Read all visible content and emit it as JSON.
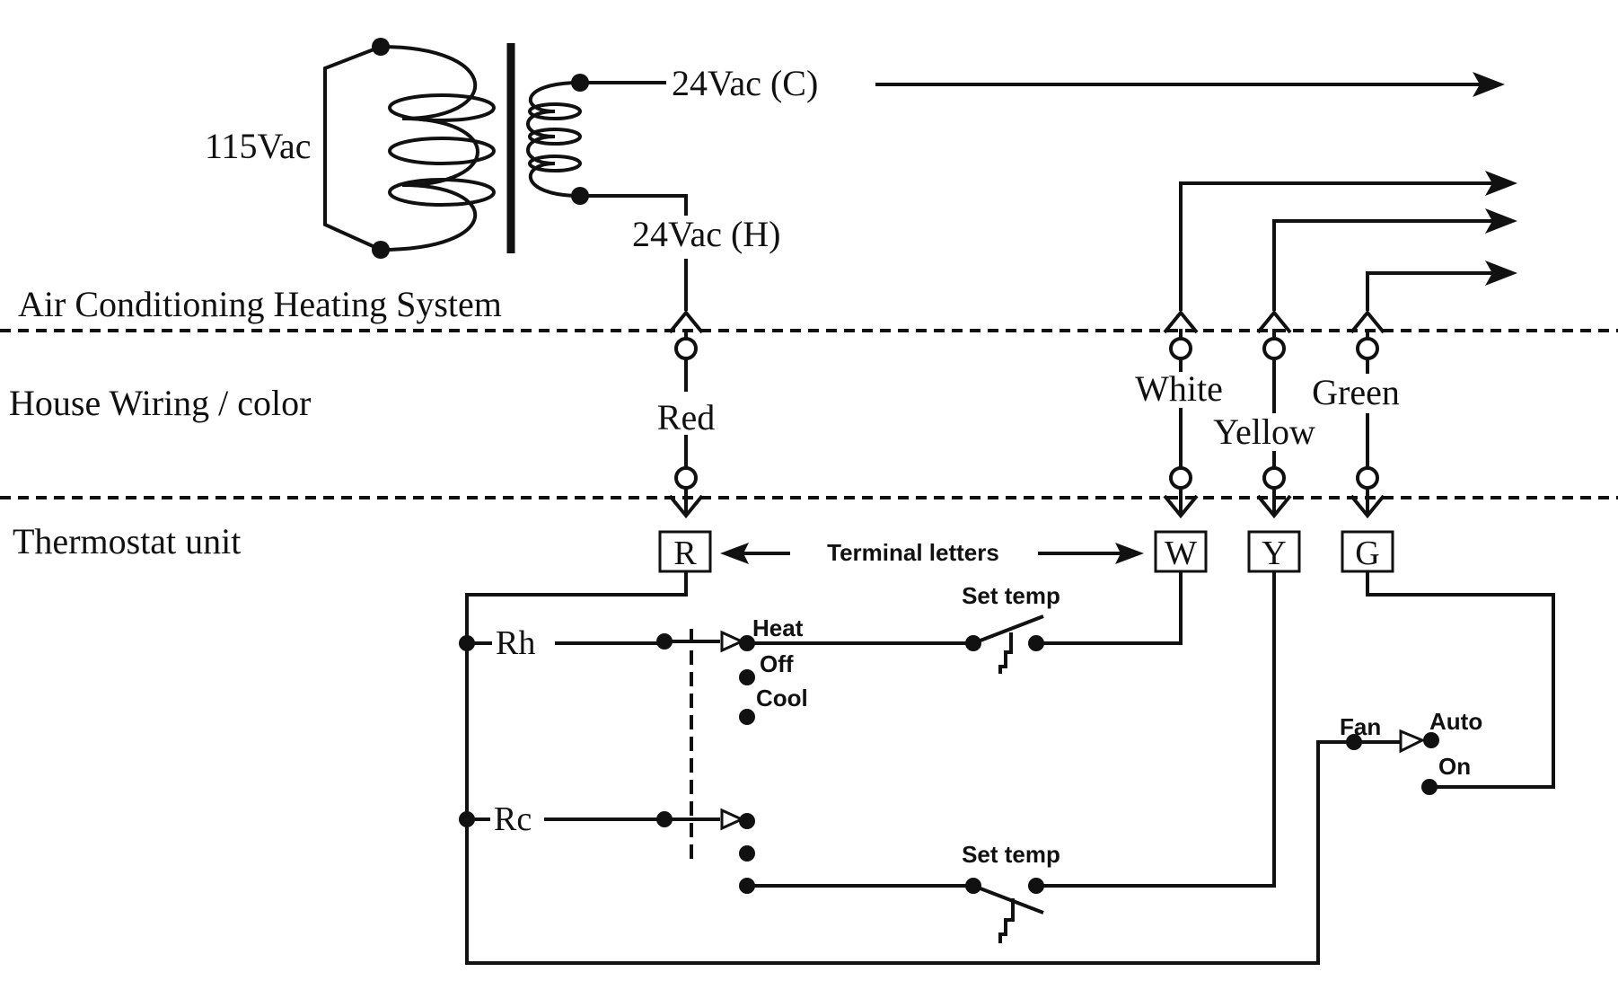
{
  "transformer": {
    "primary_label": "115Vac",
    "common_label": "24Vac (C)",
    "hot_label": "24Vac (H)"
  },
  "sections": {
    "system": "Air Conditioning Heating System",
    "house": "House Wiring / color",
    "thermostat": "Thermostat unit"
  },
  "wires": {
    "red": "Red",
    "white": "White",
    "yellow": "Yellow",
    "green": "Green"
  },
  "terminals": {
    "r": "R",
    "w": "W",
    "y": "Y",
    "g": "G",
    "caption": "Terminal letters"
  },
  "thermostat": {
    "rh": "Rh",
    "rc": "Rc",
    "mode_heat": "Heat",
    "mode_off": "Off",
    "mode_cool": "Cool",
    "set_temp_heat": "Set temp",
    "set_temp_cool": "Set temp",
    "fan": "Fan",
    "fan_auto": "Auto",
    "fan_on": "On"
  }
}
